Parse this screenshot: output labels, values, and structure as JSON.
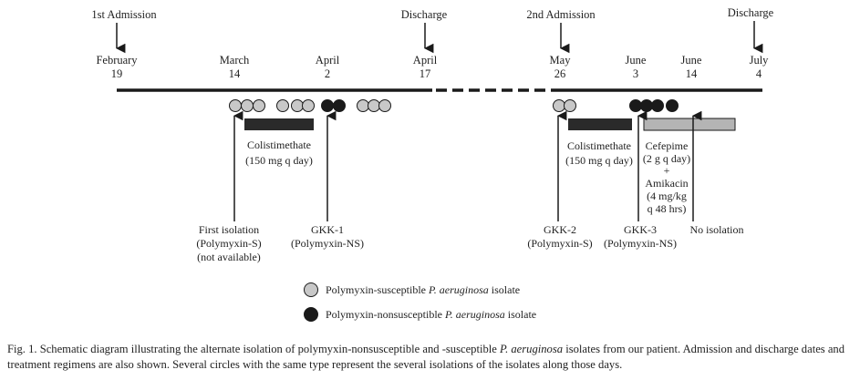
{
  "events": {
    "first_admission": "1st Admission",
    "discharge_1": "Discharge",
    "second_admission": "2nd Admission",
    "discharge_2": "Discharge"
  },
  "dates": [
    {
      "id": "feb19",
      "month": "February",
      "day": "19"
    },
    {
      "id": "mar14",
      "month": "March",
      "day": "14"
    },
    {
      "id": "apr2",
      "month": "April",
      "day": "2"
    },
    {
      "id": "apr17",
      "month": "April",
      "day": "17"
    },
    {
      "id": "may26",
      "month": "May",
      "day": "26"
    },
    {
      "id": "jun3",
      "month": "June",
      "day": "3"
    },
    {
      "id": "jun14",
      "month": "June",
      "day": "14"
    },
    {
      "id": "jul4",
      "month": "July",
      "day": "4"
    }
  ],
  "treatments": {
    "colistimethate_1": [
      "Colistimethate",
      "(150 mg q day)"
    ],
    "colistimethate_2": [
      "Colistimethate",
      "(150 mg q day)"
    ],
    "cefepime_amikacin": [
      "Cefepime",
      "(2 g q day)",
      "+",
      "Amikacin",
      "(4 mg/kg",
      "q 48 hrs)"
    ]
  },
  "isolations": {
    "first": [
      "First isolation",
      "(Polymyxin-S)",
      "(not available)"
    ],
    "gkk1": [
      "GKK-1",
      "(Polymyxin-NS)"
    ],
    "gkk2": [
      "GKK-2",
      "(Polymyxin-S)"
    ],
    "gkk3": [
      "GKK-3",
      "(Polymyxin-NS)"
    ],
    "none": [
      "No isolation"
    ]
  },
  "legend": {
    "susceptible": {
      "prefix": "Polymyxin-susceptible ",
      "organism": "P. aeruginosa",
      "suffix": " isolate",
      "color": "#c8c8c8"
    },
    "nonsusceptible": {
      "prefix": "Polymyxin-nonsusceptible ",
      "organism": "P. aeruginosa",
      "suffix": " isolate",
      "color": "#1a1a1a"
    }
  },
  "caption": {
    "part1": "Fig. 1. Schematic diagram illustrating the alternate isolation of polymyxin-nonsusceptible and -susceptible ",
    "organism": "P. aeruginosa",
    "part2": " isolates from our patient. Admission and discharge dates and treatment regimens are also shown. Several circles with the same type represent the several isolations of the isolates along those days."
  },
  "colors": {
    "treatment_bar": "#2a2a2a",
    "treatment_bar_2": "#b4b4b4",
    "line": "#1a1a1a"
  }
}
